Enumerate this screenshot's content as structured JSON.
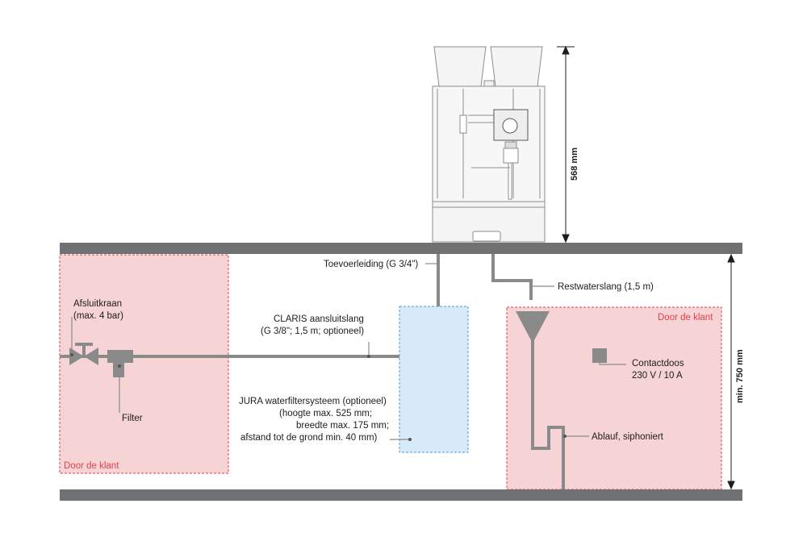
{
  "labels": {
    "toevoer": "Toevoerleiding (G 3/4\")",
    "restwater": "Restwaterslang (1,5 m)",
    "door_klant_left": "Door de klant",
    "door_klant_right": "Door de klant",
    "afsluitkraan_1": "Afsluitkraan",
    "afsluitkraan_2": "(max. 4 bar)",
    "claris_1": "CLARIS aansluitslang",
    "claris_2": "(G 3/8\"; 1,5 m; optioneel)",
    "filter": "Filter",
    "jura_1": "JURA waterfiltersysteem (optioneel)",
    "jura_2": "(hoogte max. 525 mm;",
    "jura_3": "breedte max. 175 mm;",
    "jura_4": "afstand tot de grond min. 40 mm)",
    "contactdoos_1": "Contactdoos",
    "contactdoos_2": "230 V / 10 A",
    "ablauf": "Ablauf, siphoniert",
    "dim_machine": "568 mm",
    "dim_counter": "min. 750 mm"
  },
  "colors": {
    "counter": "#707172",
    "pipe": "#8a8a8a",
    "customer_zone_fill": "#f6d3d4",
    "customer_zone_border": "#e2414b",
    "filter_fill": "#d6eaf8",
    "filter_border": "#4a9fd6",
    "text": "#1d1d1b"
  }
}
